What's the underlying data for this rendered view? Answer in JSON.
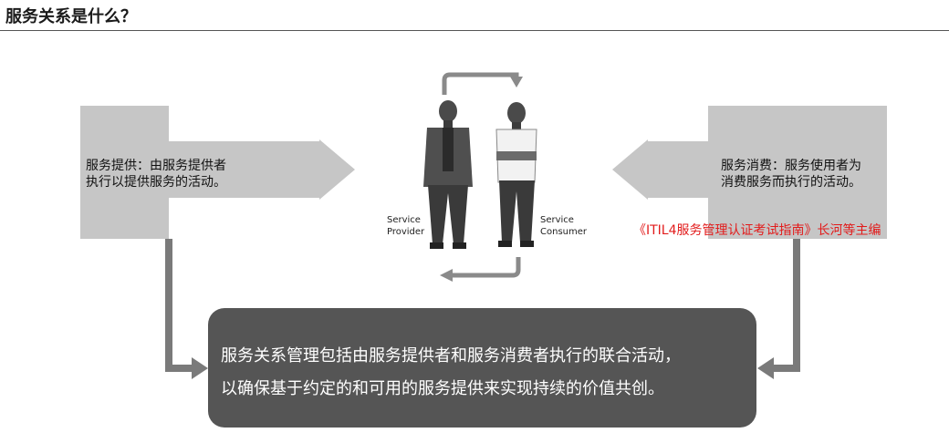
{
  "header": {
    "title": "服务关系是什么？"
  },
  "left_box": {
    "line1": "服务提供：由服务提供者",
    "line2": "执行以提供服务的活动。"
  },
  "right_box": {
    "line1": "服务消费：服务使用者为",
    "line2": "消费服务而执行的活动。"
  },
  "figure": {
    "provider_label_1": "Service",
    "provider_label_2": "Provider",
    "consumer_label_1": "Service",
    "consumer_label_2": "Consumer"
  },
  "citation": "《ITIL4服务管理认证考试指南》长河等主编",
  "main_box": {
    "line1": "服务关系管理包括由服务提供者和服务消费者执行的联合活动，",
    "line2": "以确保基于约定的和可用的服务提供来实现持续的价值共创。"
  },
  "colors": {
    "box_gray": "#c6c6c6",
    "connector_gray": "#7a7a7a",
    "main_box": "#555555",
    "citation_red": "#e21b1b"
  }
}
